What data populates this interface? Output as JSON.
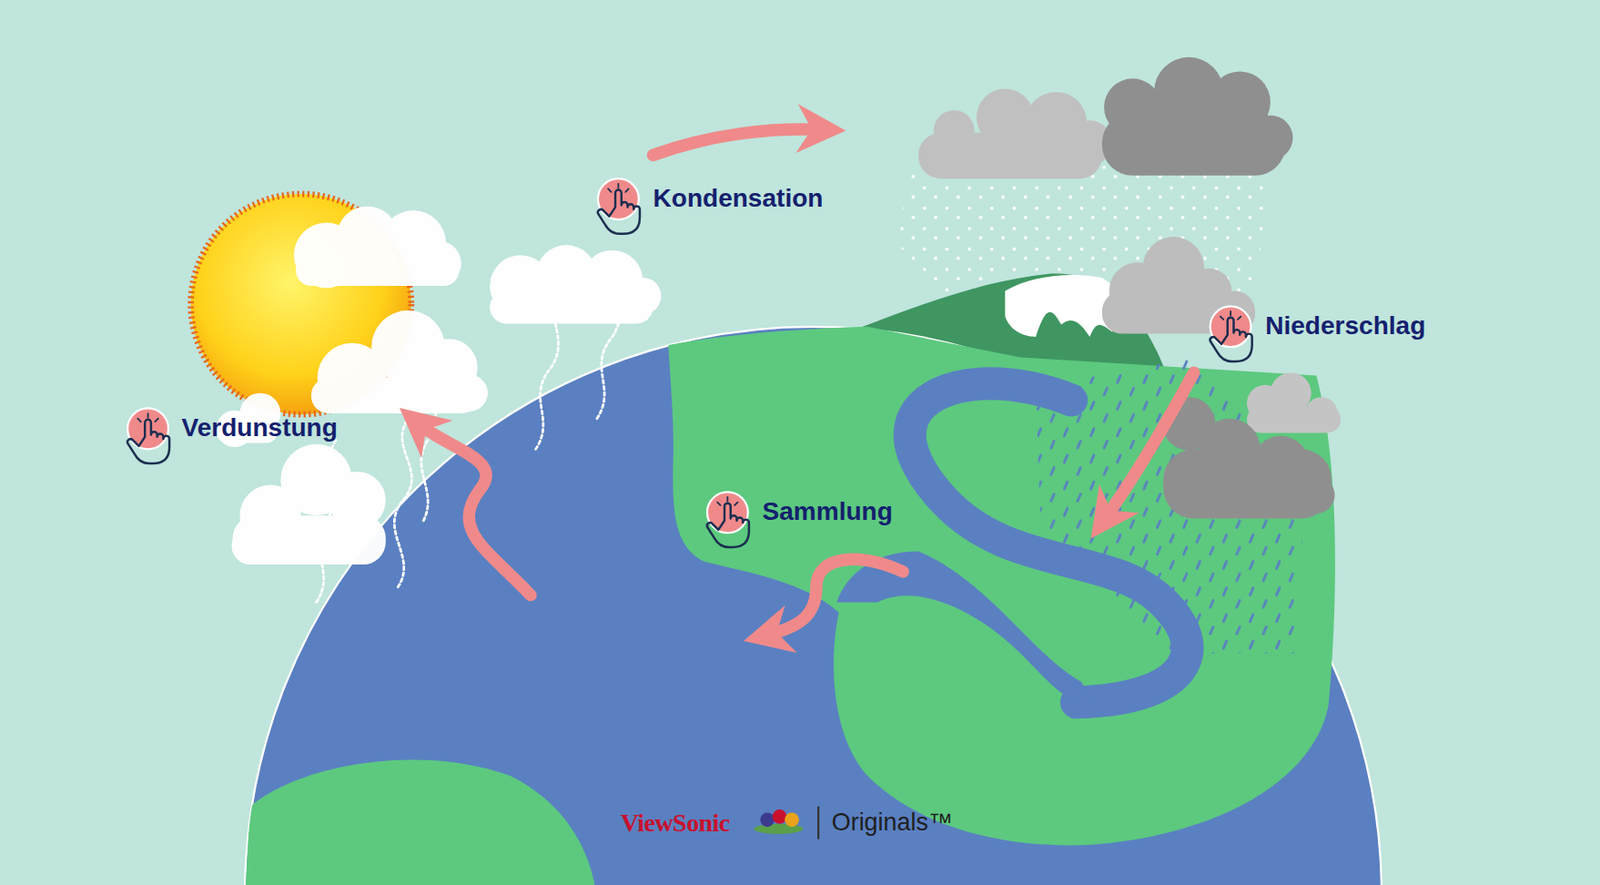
{
  "diagram": {
    "labels": [
      "Kondensation",
      "Verdunstung",
      "Niederschlag",
      "Sammlung",
      "ViewSonic",
      "Originals™"
    ]
  }
}
